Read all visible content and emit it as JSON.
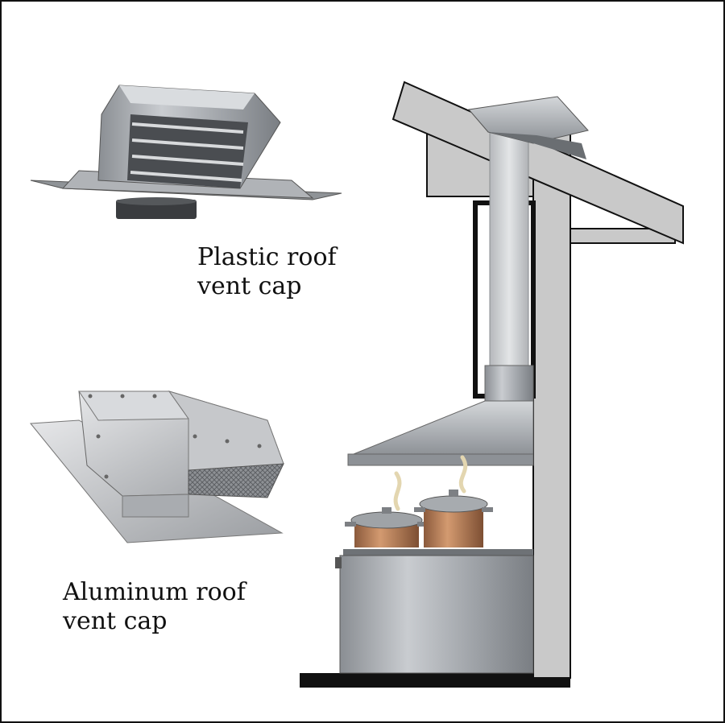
{
  "captions": {
    "plastic": {
      "line1": "Plastic roof",
      "line2": "vent cap"
    },
    "aluminum": {
      "line1": "Aluminum roof",
      "line2": "vent cap"
    }
  },
  "colors": {
    "border": "#111111",
    "background": "#ffffff",
    "structure_gray": "#c9c9c9",
    "outline": "#111111",
    "steel": "#a9adb2",
    "copper": "#b87a52"
  },
  "icons": {
    "plastic_vent_cap": "plastic-vent-cap-icon",
    "aluminum_vent_cap": "aluminum-vent-cap-icon",
    "range_hood": "range-hood-icon",
    "stove": "stove-icon",
    "pot": "cooking-pot-icon"
  }
}
